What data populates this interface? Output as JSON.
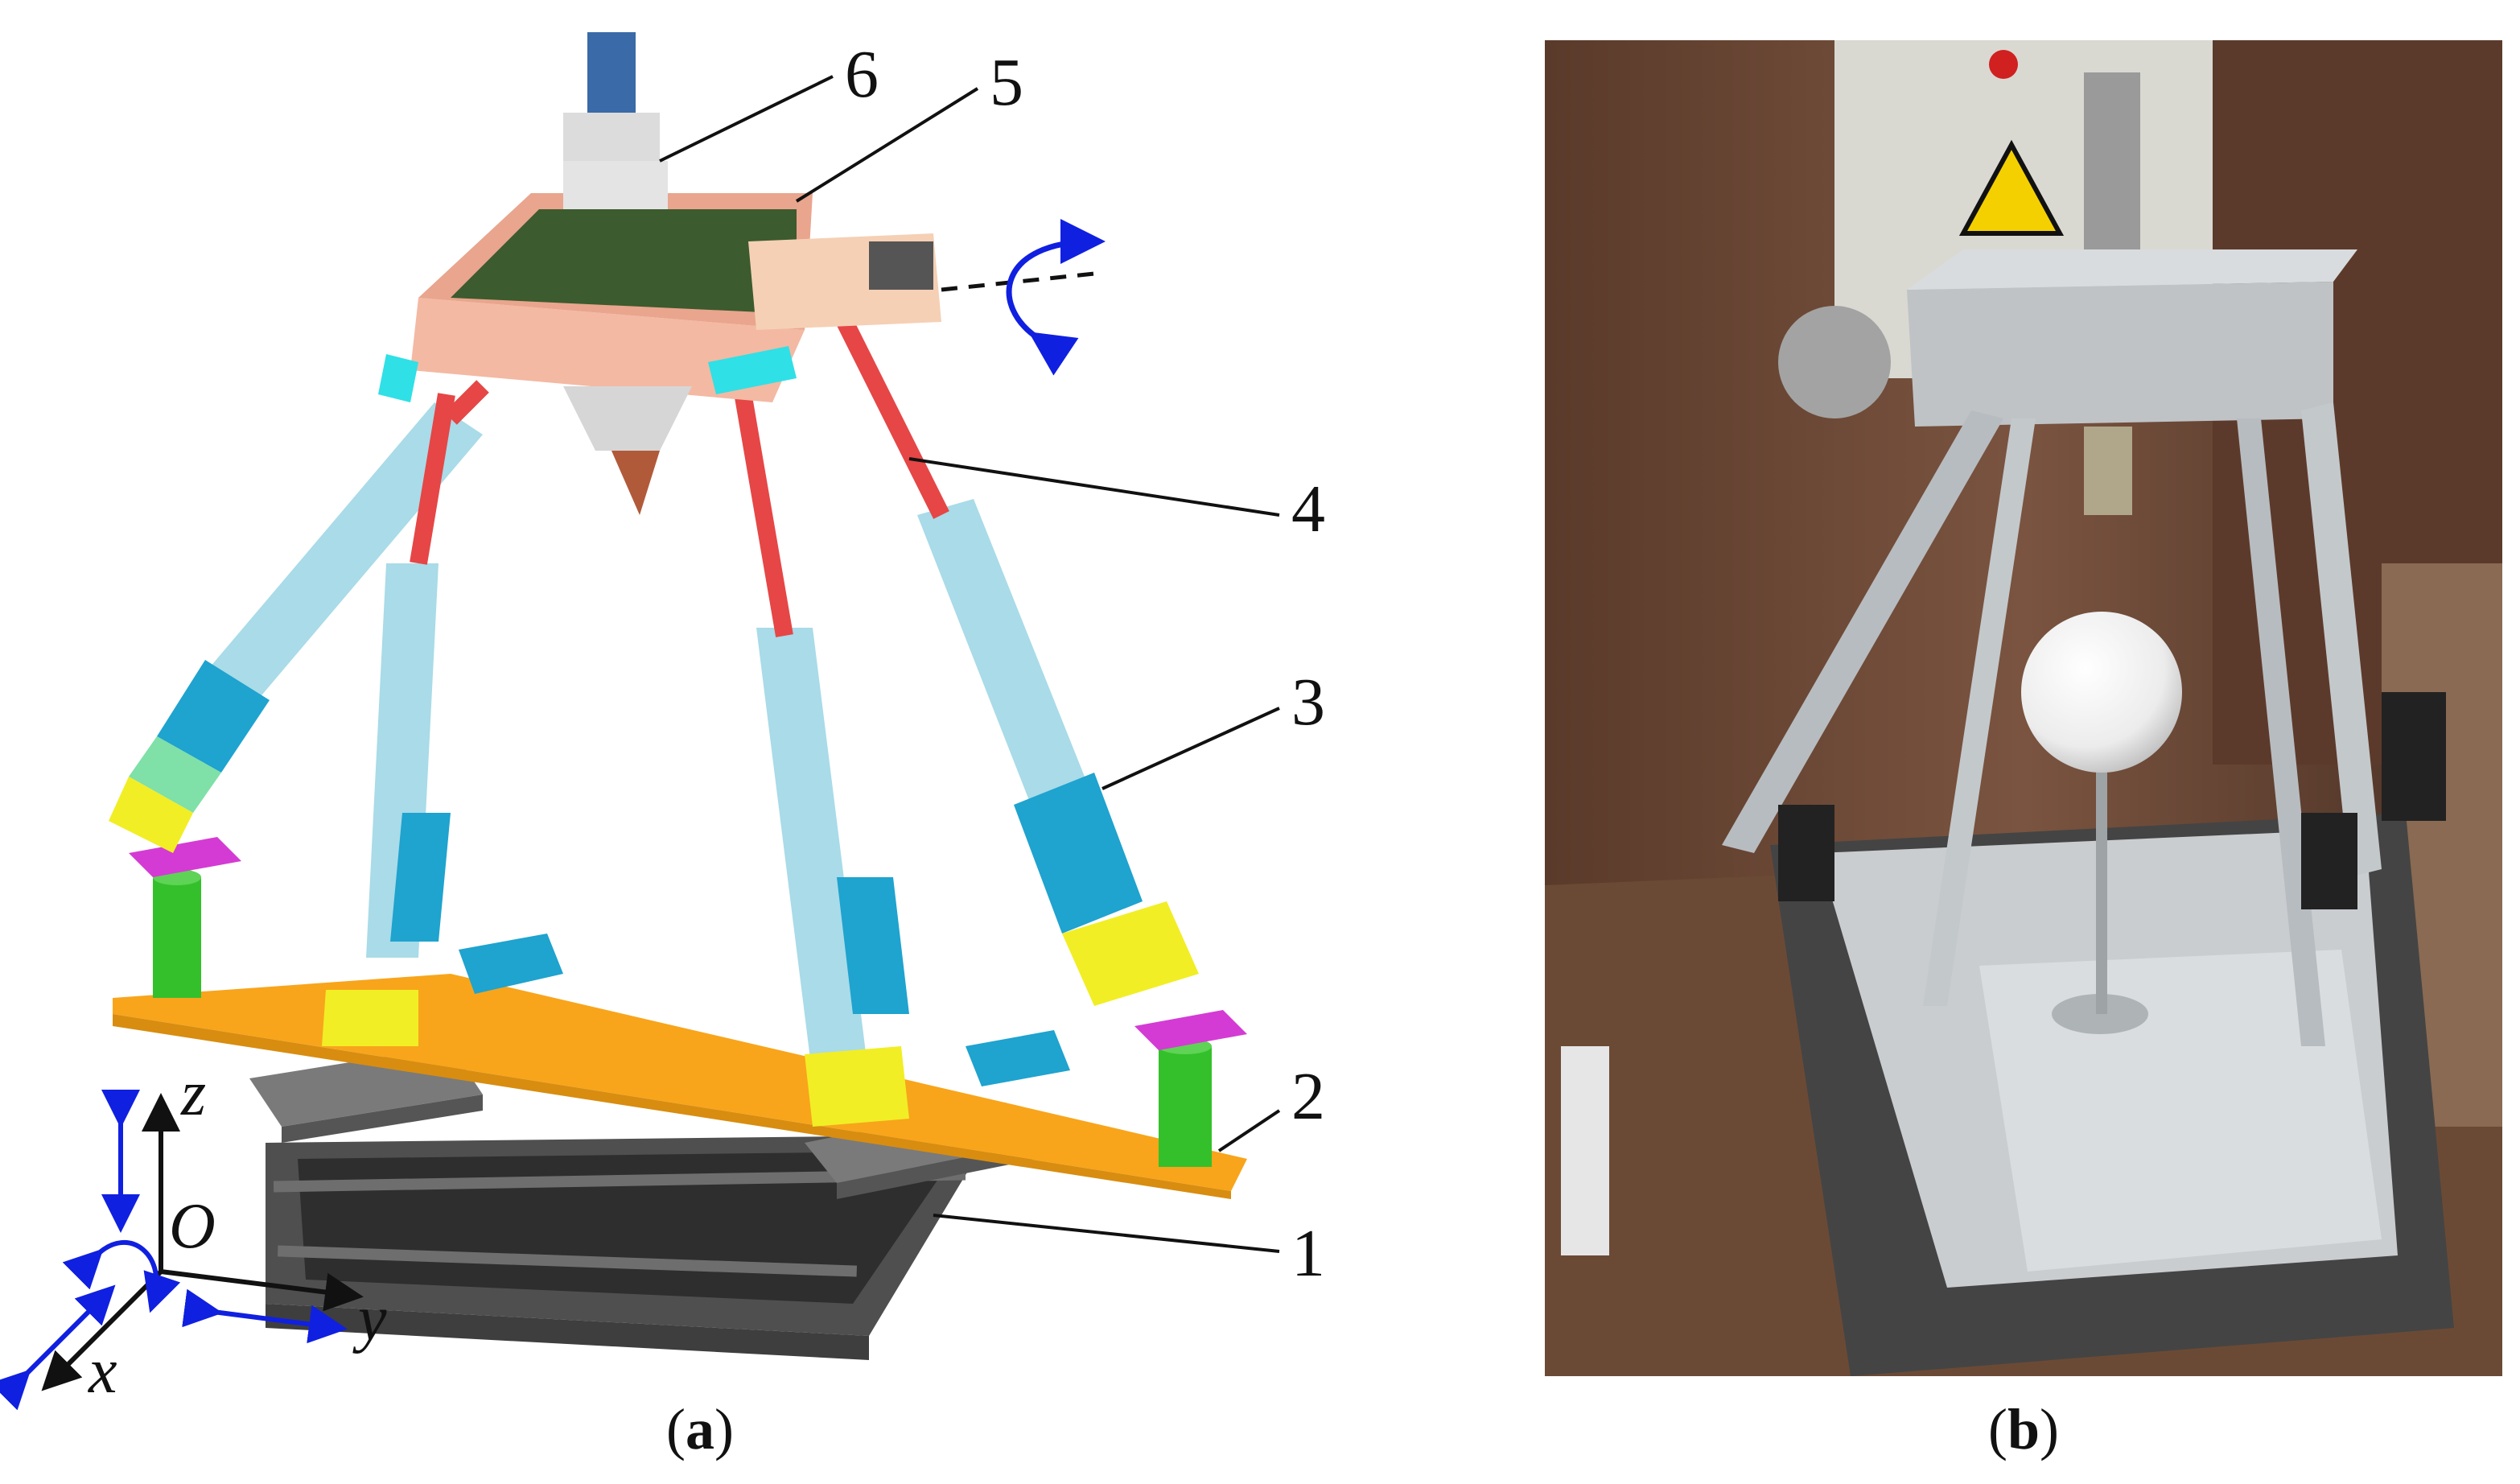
{
  "figure": {
    "panel_a": {
      "caption_open": "(",
      "caption_letter": "a",
      "caption_close": ")",
      "callouts": [
        "1",
        "2",
        "3",
        "4",
        "5",
        "6"
      ],
      "axes": {
        "z": "z",
        "origin": "O",
        "y": "y",
        "x": "x"
      }
    },
    "panel_b": {
      "caption_open": "(",
      "caption_letter": "b",
      "caption_close": ")"
    },
    "colors": {
      "leg_light": "#a9dbe8",
      "actuator": "#1fa3cf",
      "collar": "#f1ee25",
      "rod": "#e64646",
      "frame": "#f3b9a3",
      "bracket": "#2fe0e6",
      "rail": "#f8a51b",
      "post": "#34c02a",
      "mount": "#d43bd4",
      "base": "#5e5e5e",
      "arrow": "#1020e0"
    }
  }
}
